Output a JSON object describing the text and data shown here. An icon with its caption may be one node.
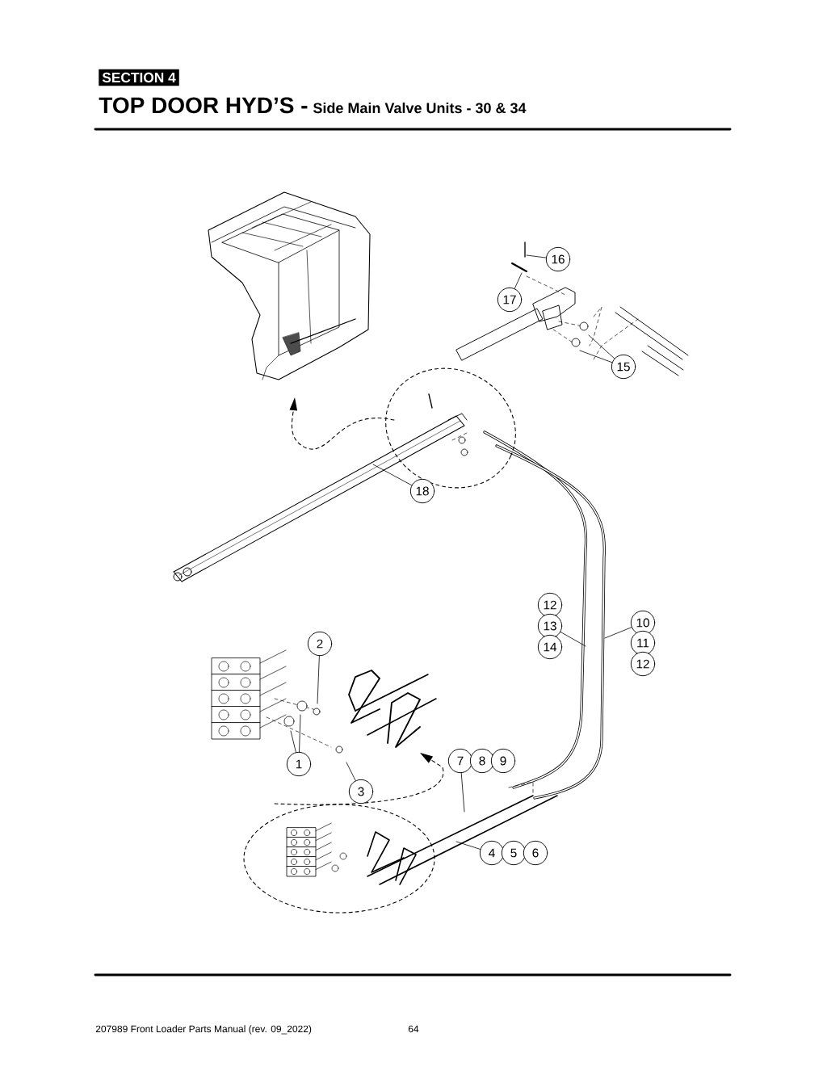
{
  "diagram": {
    "title": "TOP DOOR HYD’S -",
    "nodes": [
      {
        "text": [
          "16"
        ]
      },
      {
        "text": [
          "17"
        ]
      },
      {
        "text": [
          "15"
        ]
      },
      {
        "text": [
          "18"
        ]
      },
      {
        "text": [
          "12"
        ]
      },
      {
        "text": [
          "13"
        ]
      },
      {
        "text": [
          "14"
        ]
      },
      {
        "text": [
          "10"
        ]
      },
      {
        "text": [
          "11"
        ]
      },
      {
        "text": [
          "12"
        ]
      },
      {
        "text": [
          "2"
        ]
      },
      {
        "text": [
          "1"
        ]
      },
      {
        "text": [
          "3"
        ]
      },
      {
        "text": [
          "7"
        ]
      },
      {
        "text": [
          "8"
        ]
      },
      {
        "text": [
          "9"
        ]
      },
      {
        "text": [
          "4"
        ]
      },
      {
        "text": [
          "5"
        ]
      },
      {
        "text": [
          "6"
        ]
      }
    ],
    "edges": [
      {
        "from": 0,
        "to": null,
        "arrow": "none"
      },
      {
        "from": 1,
        "to": null,
        "arrow": "none"
      },
      {
        "from": 2,
        "to": null,
        "arrow": "none"
      },
      {
        "from": 2,
        "to": null,
        "arrow": "none"
      },
      {
        "from": 3,
        "to": null,
        "arrow": "none"
      },
      {
        "from": 5,
        "to": null,
        "arrow": "none"
      },
      {
        "from": 7,
        "to": null,
        "arrow": "none"
      },
      {
        "from": 10,
        "to": null,
        "arrow": "none"
      },
      {
        "from": 11,
        "to": null,
        "arrow": "none"
      },
      {
        "from": 11,
        "to": null,
        "arrow": "none"
      },
      {
        "from": 12,
        "to": null,
        "arrow": "none"
      },
      {
        "from": 13,
        "to": null,
        "arrow": "none"
      },
      {
        "from": 16,
        "to": null,
        "arrow": "none"
      }
    ],
    "labels": [
      "SECTION 4",
      "Side Main Valve Units - 30 & 34",
      "207989 Front Loader Parts Manual (rev. 09_2022)",
      "64"
    ]
  }
}
